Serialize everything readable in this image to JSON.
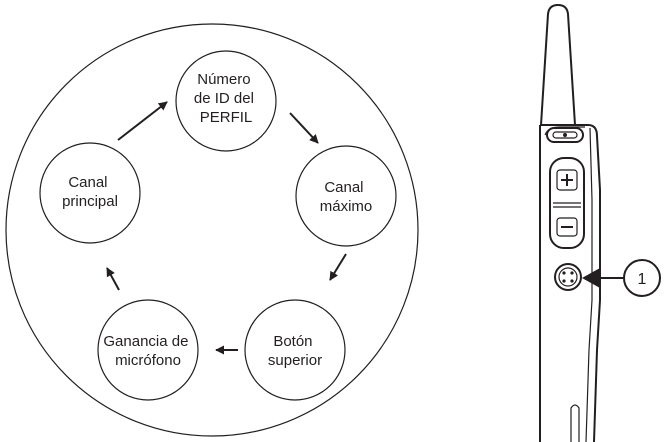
{
  "cycle": {
    "nodes": [
      {
        "id": "profile_id",
        "lines": [
          "Número",
          "de ID del",
          "PERFIL"
        ]
      },
      {
        "id": "max_channel",
        "lines": [
          "Canal",
          "máximo"
        ]
      },
      {
        "id": "top_button",
        "lines": [
          "Botón",
          "superior"
        ]
      },
      {
        "id": "mic_gain",
        "lines": [
          "Ganancia de",
          "micrófono"
        ]
      },
      {
        "id": "home_channel",
        "lines": [
          "Canal",
          "principal"
        ]
      }
    ]
  },
  "radio": {
    "callout_number": "1",
    "icons": [
      "speaker-slot-icon",
      "volume-up-icon",
      "volume-down-icon",
      "menu-grid-icon"
    ]
  },
  "colors": {
    "stroke": "#231f20",
    "background": "#ffffff"
  }
}
